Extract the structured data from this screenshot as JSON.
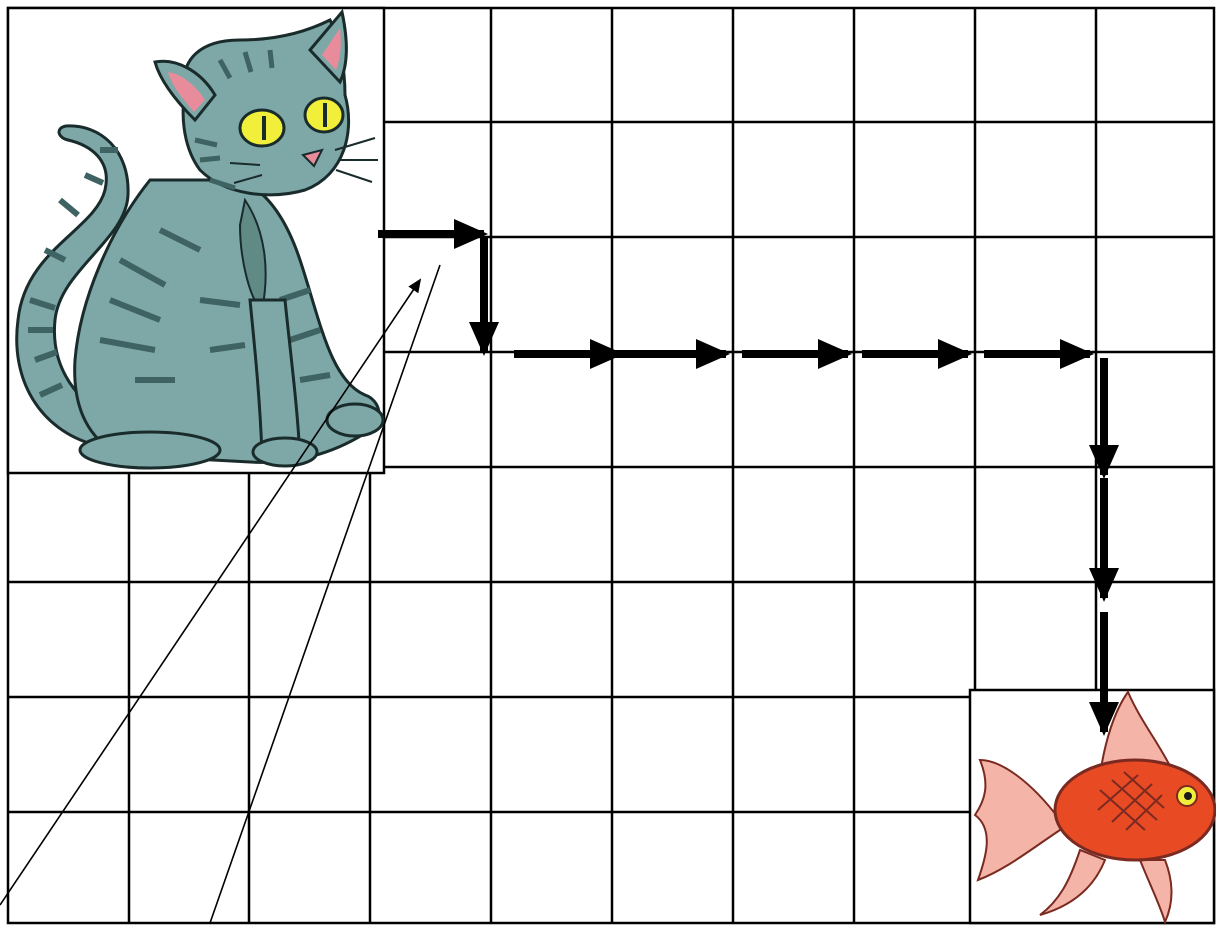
{
  "grid": {
    "columns": 10,
    "rows": 8,
    "line_color": "#000000",
    "background": "#ffffff"
  },
  "cat": {
    "icon": "tabby-cat-icon",
    "body_color": "#7ea8a8",
    "stripe_color": "#3f6262",
    "eye_color": "#f2ef3a",
    "nose_color": "#e88c9c"
  },
  "fish": {
    "icon": "goldfish-icon",
    "body_color": "#e84a24",
    "fin_color": "#f4b4a8"
  },
  "path": {
    "arrow_color": "#000000",
    "moves": [
      "right",
      "down",
      "right",
      "right",
      "right",
      "right",
      "right",
      "down",
      "down",
      "down"
    ]
  }
}
